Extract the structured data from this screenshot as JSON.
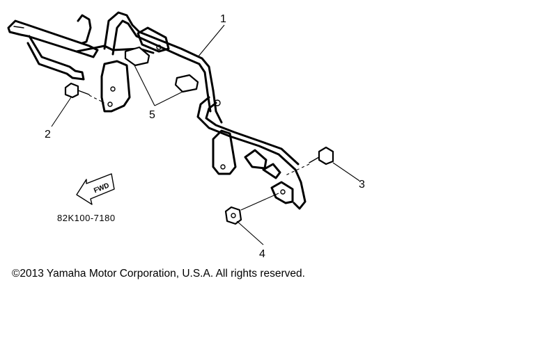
{
  "diagram": {
    "callouts": [
      "1",
      "2",
      "3",
      "4",
      "5"
    ],
    "fwd_label": "FWD",
    "part_number": "82K100-7180"
  },
  "copyright": "©2013 Yamaha Motor Corporation, U.S.A. All rights reserved."
}
